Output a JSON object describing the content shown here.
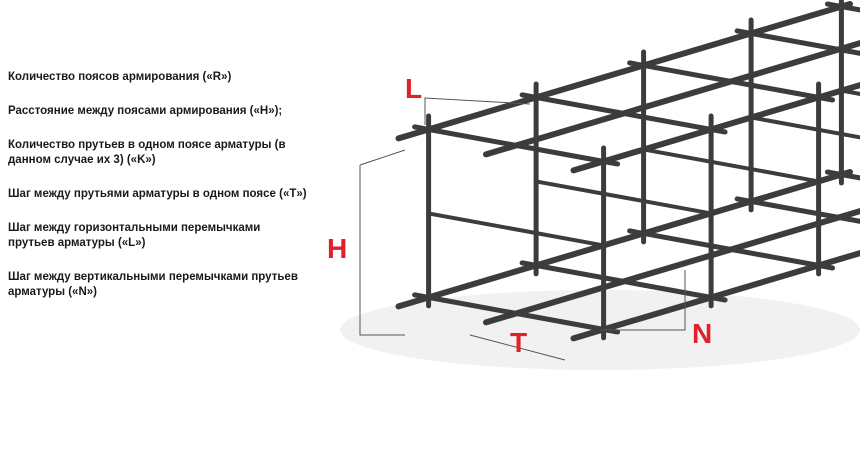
{
  "legend": [
    "Количество поясов армирования («R»)",
    "Расстояние между поясами армирования («H»);",
    "Количество прутьев в одном поясе арматуры (в данном случае их 3) («K»)",
    "Шаг между прутьями арматуры в одном поясе («T»)",
    "Шаг между горизонтальными перемычками прутьев арматуры («L»)",
    "Шаг между вертикальными перемычками прутьев арматуры («N»)"
  ],
  "labels": {
    "L": "L",
    "H": "H",
    "T": "T",
    "N": "N"
  },
  "colors": {
    "label": "#e0202a",
    "rebar": "#3a3d3c",
    "dimension": "#555555"
  }
}
